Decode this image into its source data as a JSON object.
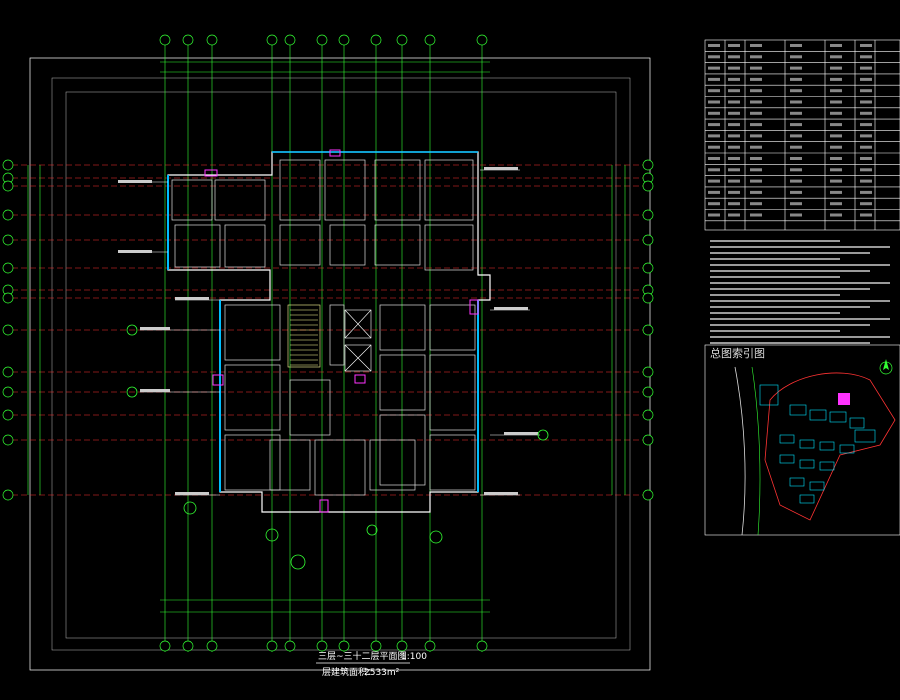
{
  "drawing": {
    "title": "三层~三十二层平面图",
    "scale": "1:100",
    "area_label": "层建筑面积：",
    "area_value": "2533m²"
  },
  "site_plan": {
    "title": "总图索引图"
  },
  "colors": {
    "background": "#000000",
    "walls": "#ffffff",
    "axis_lines": "#ff3333",
    "dims": "#33ff33",
    "accent_blue": "#00bfff",
    "magenta": "#ff33ff",
    "yellow": "#ffff33"
  },
  "icons": {
    "north_arrow": "north-arrow-icon"
  }
}
